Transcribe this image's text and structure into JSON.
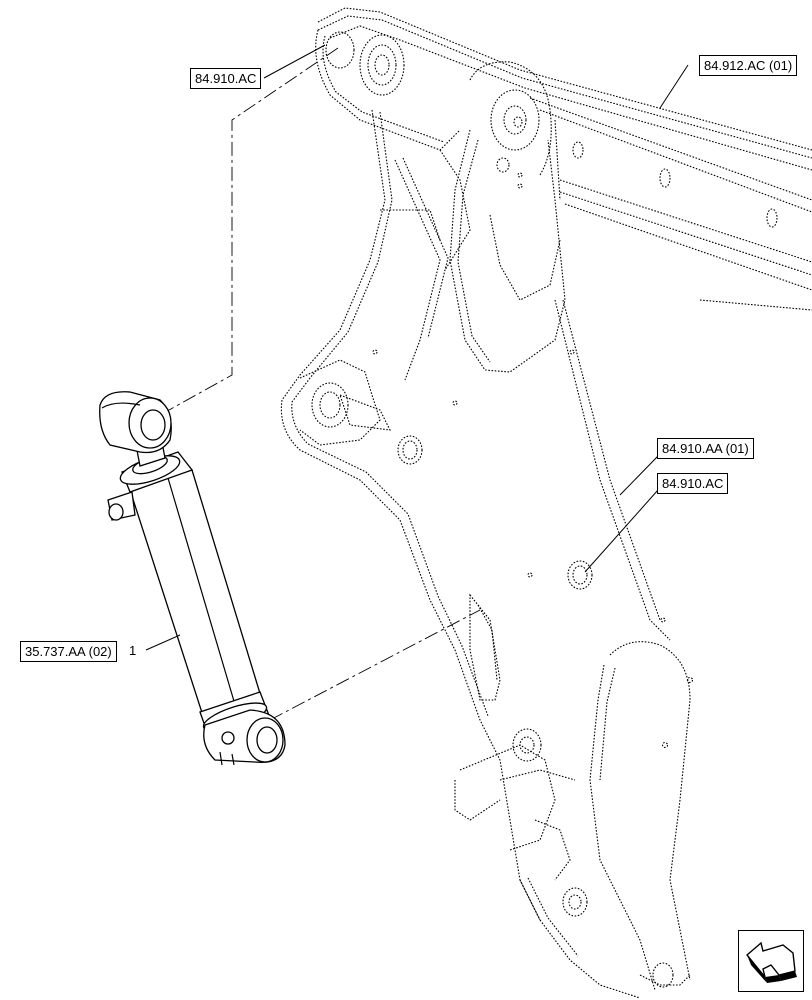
{
  "callouts": {
    "ref_boom_pin_top": "84.910.AC",
    "ref_boom_frame": "84.912.AC (01)",
    "ref_boom_arm": "84.910.AA (01)",
    "ref_boom_pin_mid": "84.910.AC",
    "ref_cylinder": "35.737.AA (02)",
    "item_number": "1"
  },
  "nav_icon": "next-page-arrow-icon"
}
